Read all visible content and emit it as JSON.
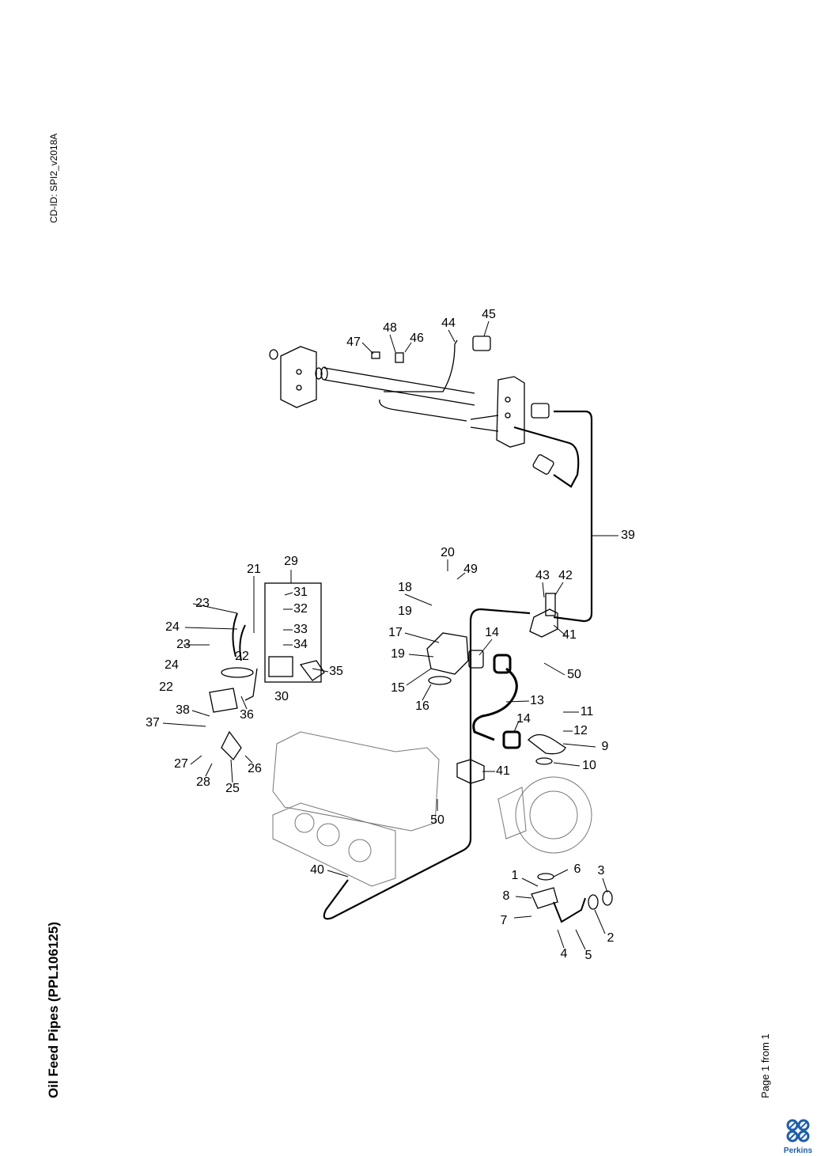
{
  "document": {
    "cd_id": "CD-ID: SPI2_v2018A",
    "title": "Oil Feed Pipes (PPL106125)",
    "page_indicator": "Page 1 from 1",
    "brand": "Perkins",
    "brand_color": "#1f5ea8"
  },
  "callouts": [
    "45",
    "44",
    "48",
    "46",
    "47",
    "39",
    "29",
    "21",
    "20",
    "49",
    "43",
    "42",
    "18",
    "31",
    "23",
    "32",
    "19",
    "24",
    "33",
    "17",
    "14",
    "41",
    "34",
    "23",
    "22",
    "24",
    "19",
    "35",
    "50",
    "15",
    "22",
    "30",
    "16",
    "13",
    "11",
    "38",
    "36",
    "37",
    "14",
    "12",
    "9",
    "27",
    "26",
    "10",
    "41",
    "28",
    "25",
    "50",
    "6",
    "3",
    "40",
    "1",
    "8",
    "7",
    "2",
    "4",
    "5"
  ]
}
